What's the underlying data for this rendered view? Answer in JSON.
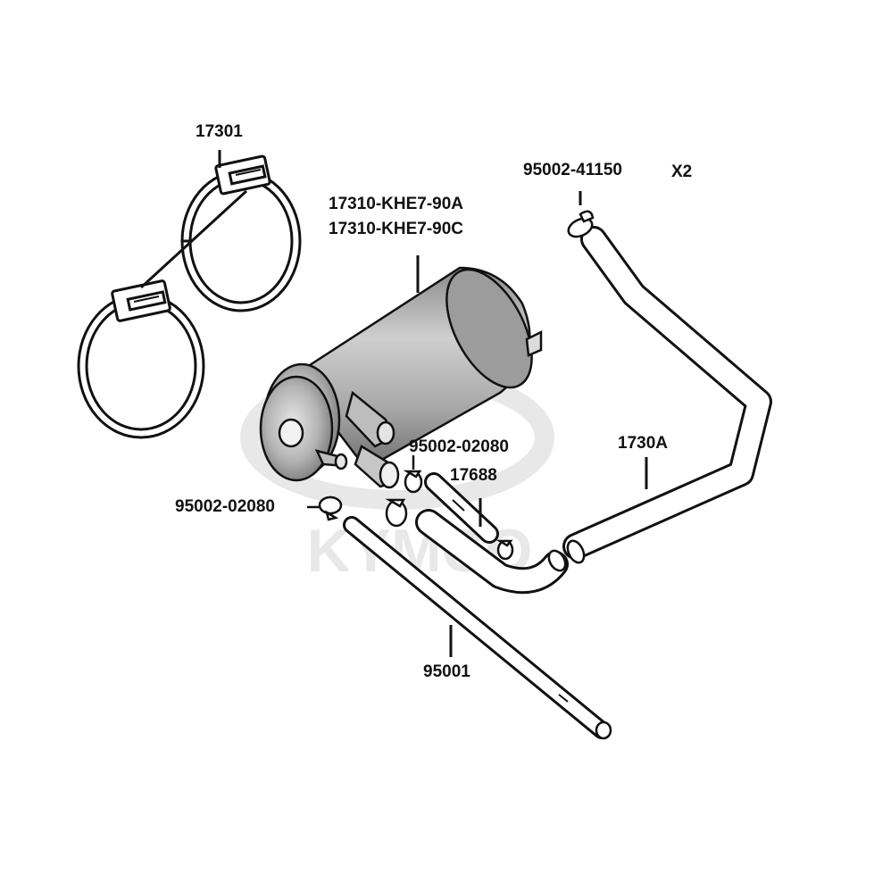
{
  "watermark": {
    "text": "KYMCO",
    "color": "#d6d6d6"
  },
  "part_labels": {
    "clamp": "17301",
    "canister_a": "17310-KHE7-90A",
    "canister_c": "17310-KHE7-90C",
    "clip_hose_top": "95002-41150",
    "qty_x2": "X2",
    "clip_right": "95002-02080",
    "connector_tube": "17688",
    "hose_long": "1730A",
    "clip_left": "95002-02080",
    "tube_straight": "95001"
  },
  "colors": {
    "line": "#111111",
    "tube_fill": "#ffffff",
    "canister_shade": "#9a9a9a"
  }
}
